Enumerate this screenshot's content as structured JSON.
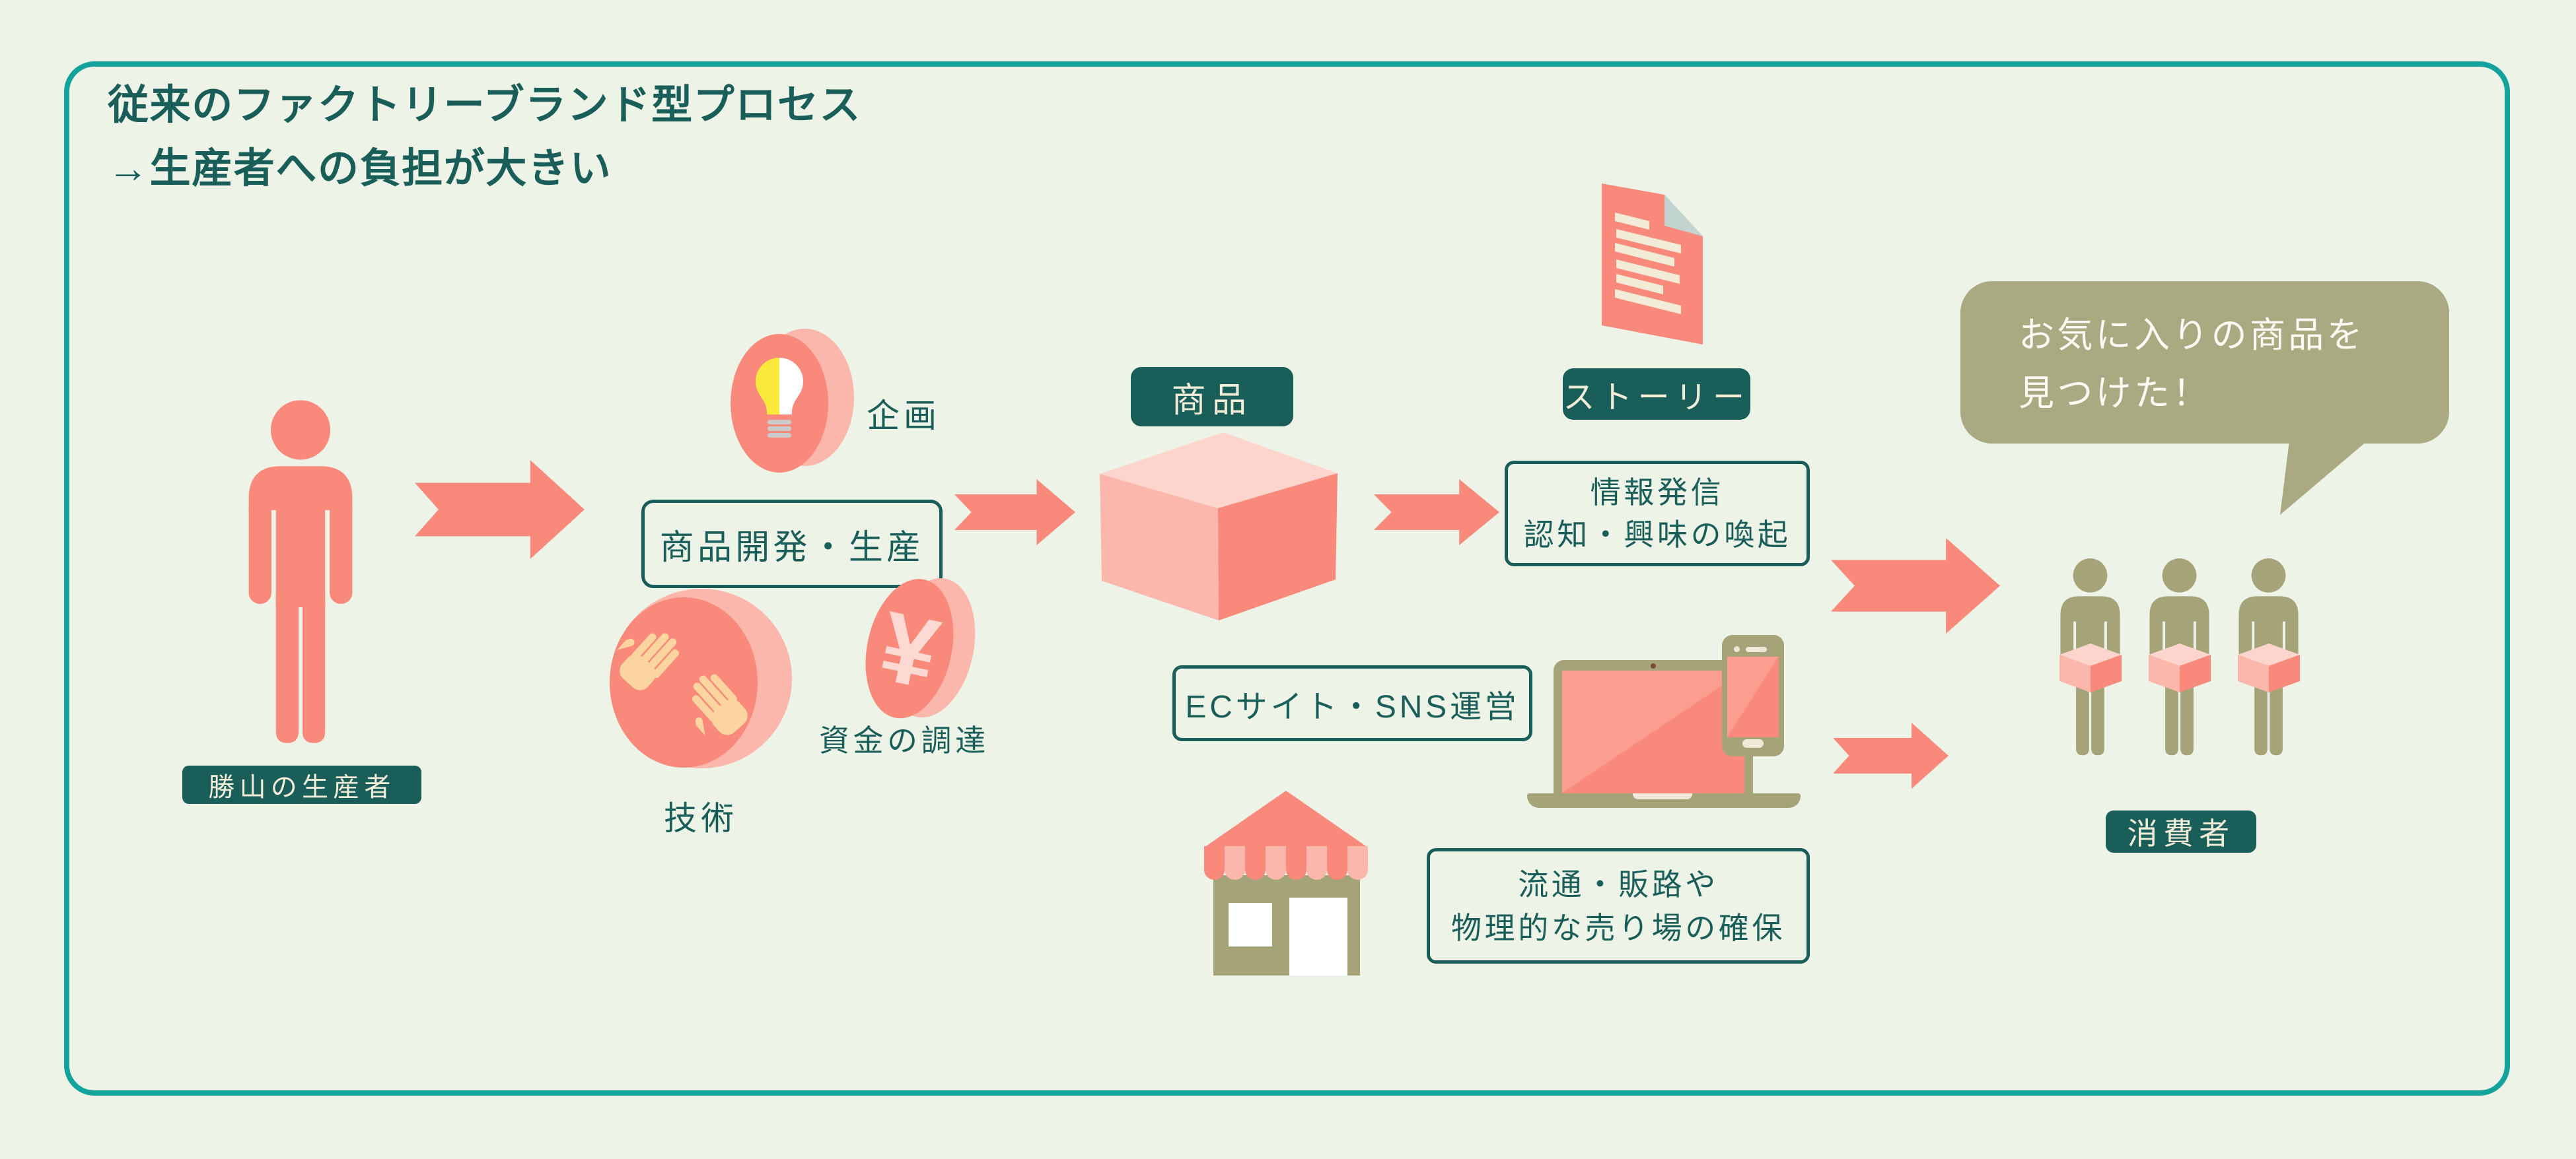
{
  "header": {
    "title_line1": "従来のファクトリーブランド型プロセス",
    "title_line2": "→生産者への負担が大きい"
  },
  "flow": {
    "producer": {
      "badge": "勝山の生産者"
    },
    "development": {
      "box": "商品開発・生産",
      "planning": "企画",
      "technology": "技術",
      "funding": "資金の調達",
      "yen": "¥"
    },
    "product": {
      "badge": "商品"
    },
    "promotion": {
      "story_badge": "ストーリー",
      "info_line1": "情報発信",
      "info_line2": "認知・興味の喚起",
      "ec_box": "ECサイト・SNS運営",
      "dist_line1": "流通・販路や",
      "dist_line2": "物理的な売り場の確保"
    },
    "consumer": {
      "bubble_line1": "お気に入りの商品を",
      "bubble_line2": "見つけた！",
      "badge": "消費者"
    }
  },
  "icons": [
    "producer-person-icon",
    "flow-arrow-icon",
    "lightbulb-disc-icon",
    "hands-disc-icon",
    "yen-coin-icon",
    "product-cube-icon",
    "story-document-icon",
    "laptop-icon",
    "smartphone-icon",
    "store-icon",
    "speech-bubble",
    "consumer-person-icon",
    "consumer-cube-icon"
  ],
  "colors": {
    "bg": "#edf3e7",
    "frame": "#13a39c",
    "teal": "#1a5e59",
    "badge-text": "#f2edd9",
    "salmon": "#f8897b",
    "pink": "#fbb7ac",
    "lightpink": "#fdd5cc",
    "palepink": "#fcd9d2",
    "olive": "#a4a478",
    "olive2": "#a9a982",
    "hand": "#fbd4a0",
    "yellow": "#f9e93c",
    "docline": "#f2ebd5",
    "fold": "#c2d4d0",
    "gray": "#cbcbcb",
    "notch": "#efe8d9",
    "screenhi": "#fb9e8f",
    "bubbletext": "#faf9f2",
    "webcam": "#7b4b38"
  }
}
